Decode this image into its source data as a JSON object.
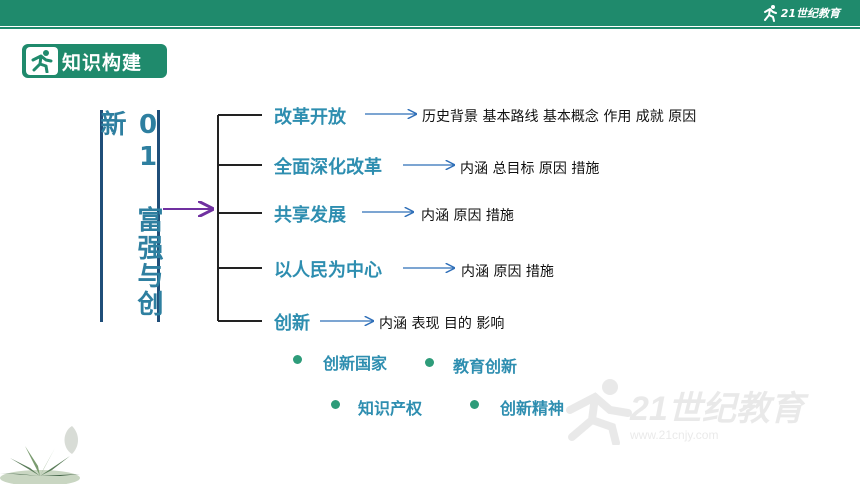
{
  "header": {
    "brand_text": "21世纪教育",
    "brand_icon": "runner-icon",
    "accent_color": "#1f8a6c"
  },
  "badge": {
    "title": "知识构建",
    "icon": "runner-icon"
  },
  "vertical_title": "01 富强与创新",
  "topics": [
    {
      "label": "改革开放",
      "details": "历史背景 基本路线 基本概念 作用 成就 原因"
    },
    {
      "label": "全面深化改革",
      "details": "内涵 总目标 原因 措施"
    },
    {
      "label": "共享发展",
      "details": "内涵  原因  措施"
    },
    {
      "label": "以人民为中心",
      "details": "内涵  原因  措施"
    },
    {
      "label": "创新",
      "details": "内涵  表现  目的  影响"
    }
  ],
  "innovation_items": [
    "创新国家",
    "教育创新",
    "知识产权",
    "创新精神"
  ],
  "watermark_text": "21世纪教育",
  "watermark_url": "www.21cnjy.com"
}
